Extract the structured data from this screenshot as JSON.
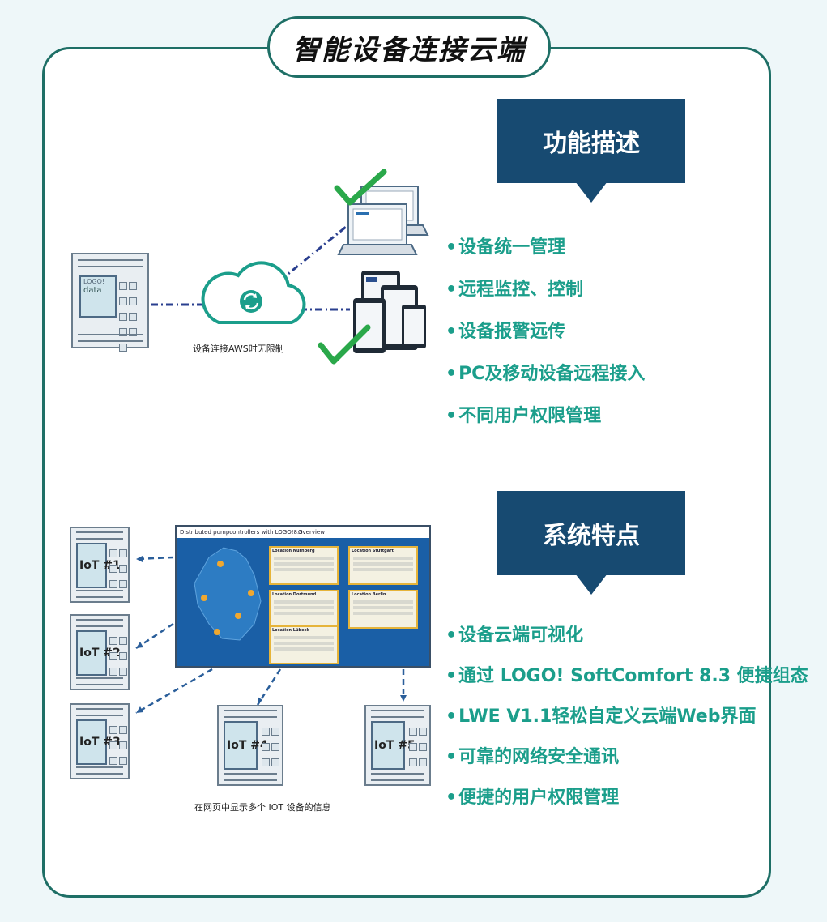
{
  "page": {
    "title": "智能设备连接云端"
  },
  "section1": {
    "banner": "功能描述",
    "features": [
      "设备统一管理",
      "远程监控、控制",
      "设备报警远传",
      "PC及移动设备远程接入",
      "不同用户权限管理"
    ],
    "diagram": {
      "caption": "设备连接AWS时无限制",
      "plc_label": "data",
      "plc_brand": "LOGO!"
    }
  },
  "section2": {
    "banner": "系统特点",
    "features": [
      "设备云端可视化",
      "通过 LOGO! SoftComfort 8.3 便捷组态",
      "LWE V1.1轻松自定义云端Web界面",
      "可靠的网络安全通讯",
      "便捷的用户权限管理"
    ],
    "diagram": {
      "caption": "在网页中显示多个 IOT 设备的信息",
      "dashboard": {
        "title": "Distributed pumpcontrollers with LOGO!8.3",
        "nav": "Overview",
        "cards": [
          "Location Nürnberg",
          "Location Stuttgart",
          "Location Dortmund",
          "Location Berlin",
          "Location Lübeck"
        ]
      },
      "devices": [
        "IoT #1",
        "IoT #2",
        "IoT #3",
        "IoT #4",
        "IoT #5"
      ]
    }
  },
  "colors": {
    "frame": "#1e6f66",
    "banner": "#174a71",
    "feature_text": "#1b9e8b",
    "link_line": "#2a3f8f",
    "check": "#2aa84a"
  }
}
